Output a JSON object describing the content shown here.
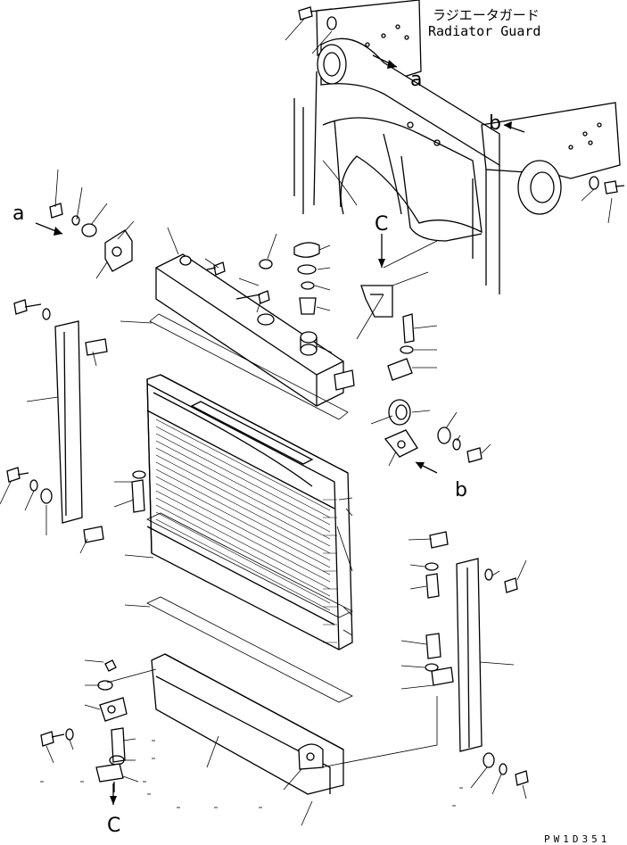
{
  "guard_label_jp": "ラジエータガード",
  "guard_label_en": "Radiator Guard",
  "refs": {
    "a": "a",
    "b": "b",
    "c": "C"
  },
  "drawing_code": "PW1D351"
}
